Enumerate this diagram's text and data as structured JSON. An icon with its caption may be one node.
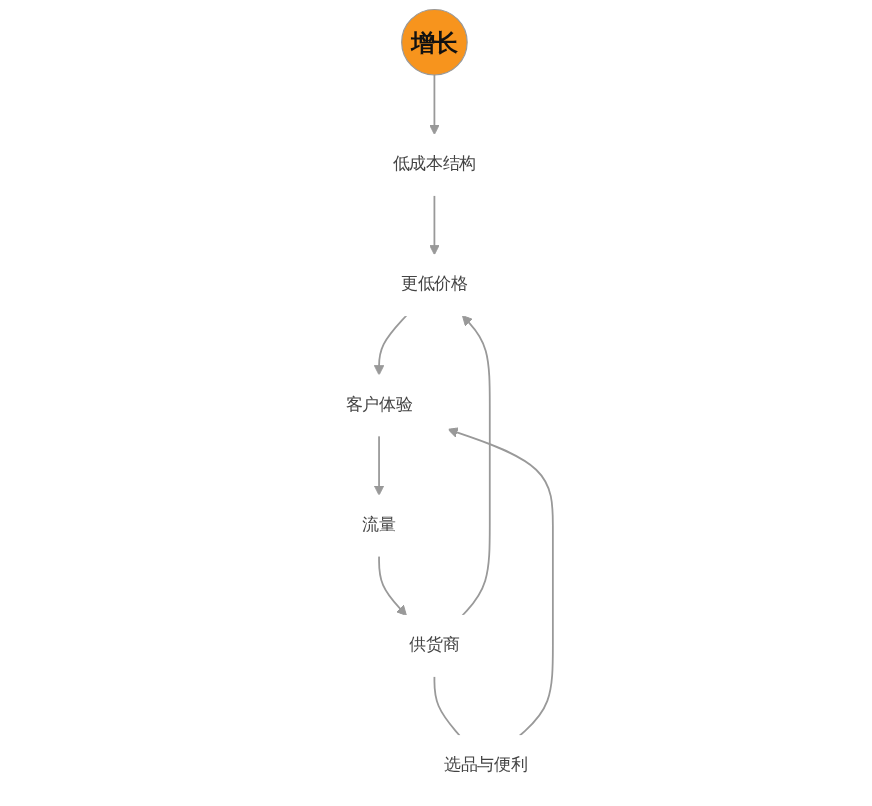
{
  "diagram": {
    "nodes": [
      {
        "text": [
          "更低价格"
        ]
      },
      {
        "text": [
          "低成本结构"
        ]
      },
      {
        "text": [
          "选品与便利"
        ]
      },
      {
        "text": [
          "供货商"
        ]
      },
      {
        "text": [
          "增长"
        ]
      },
      {
        "text": [
          "客户体验"
        ]
      },
      {
        "text": [
          "流量"
        ]
      }
    ],
    "edges": [
      {
        "from": 3,
        "to": 0,
        "arrow": "to"
      },
      {
        "from": 1,
        "to": 0,
        "arrow": "to"
      },
      {
        "from": 0,
        "to": 5,
        "arrow": "to"
      },
      {
        "from": 2,
        "to": 5,
        "arrow": "to"
      },
      {
        "from": 5,
        "to": 6,
        "arrow": "to"
      },
      {
        "from": 6,
        "to": 3,
        "arrow": "to"
      },
      {
        "from": 3,
        "to": 2,
        "arrow": "none"
      },
      {
        "from": 4,
        "to": 1,
        "arrow": "to"
      }
    ]
  }
}
